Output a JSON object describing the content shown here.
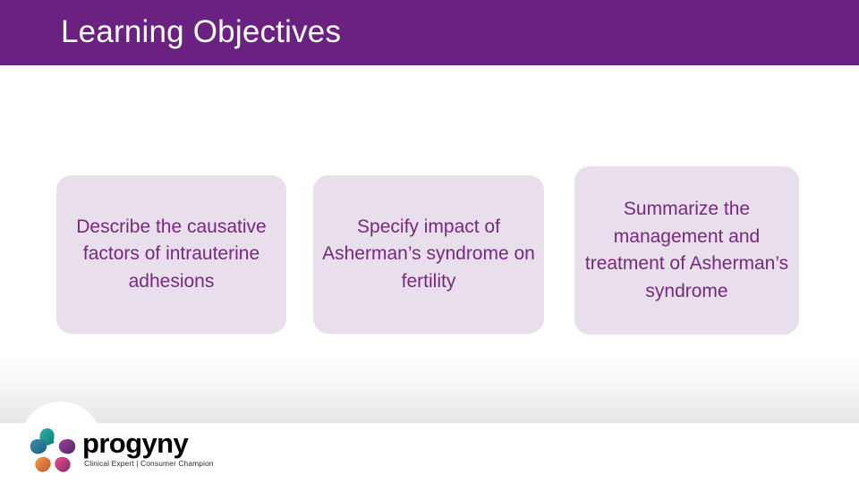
{
  "slide": {
    "title": "Learning Objectives",
    "header_color": "#6B2180",
    "box_fill": "#E8DEEC",
    "box_text_color": "#76297E"
  },
  "objectives": [
    {
      "id": "objective-1",
      "text": "Describe the causative factors of intrauterine adhesions"
    },
    {
      "id": "objective-2",
      "text": "Specify impact of Asherman’s syndrome on fertility"
    },
    {
      "id": "objective-3",
      "text": "Summarize the management and treatment of Asherman’s syndrome"
    }
  ],
  "logo": {
    "wordmark": "progyny",
    "tagline": "Clinical Expert | Consumer Champion",
    "mark_name": "progyny-pinwheel-icon",
    "petal_colors": [
      "#0e9a8e",
      "#7b2f8f",
      "#e8486f",
      "#f08a3c",
      "#2f7fa8"
    ]
  }
}
